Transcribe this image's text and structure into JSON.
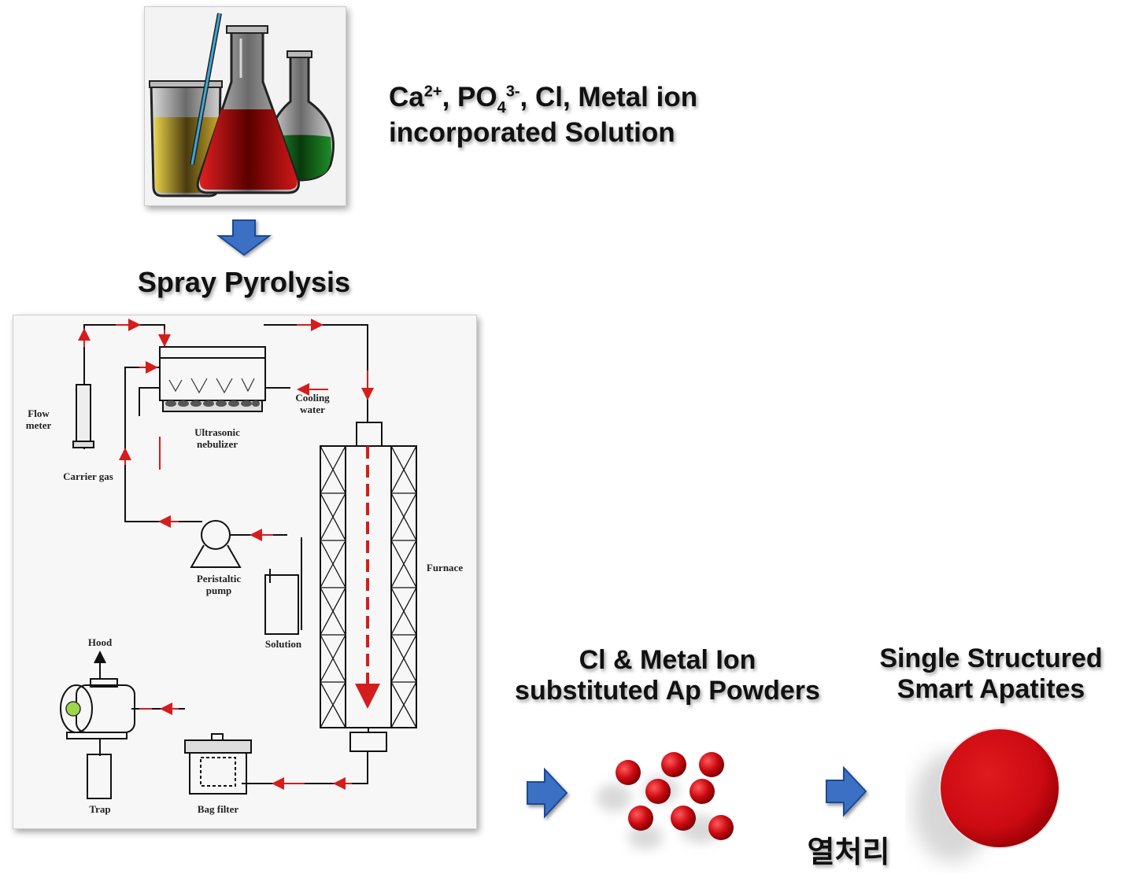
{
  "solution_label": {
    "line1_parts": [
      "Ca",
      "2+",
      ", PO",
      "4",
      "3-",
      ", Cl, Metal ion"
    ],
    "line2": "incorporated Solution"
  },
  "process_title": "Spray Pyrolysis",
  "schematic": {
    "flow_meter": "Flow meter",
    "carrier_gas": "Carrier gas",
    "ultrasonic_nebulizer": "Ultrasonic nebulizer",
    "cooling_water": "Cooling water",
    "furnace": "Furnace",
    "peristaltic_pump": "Peristaltic pump",
    "solution": "Solution",
    "hood": "Hood",
    "trap": "Trap",
    "bag_filter": "Bag filter"
  },
  "powders_label": {
    "line1": "Cl & Metal Ion",
    "line2": "substituted Ap Powders"
  },
  "apatite_label": {
    "line1": "Single Structured",
    "line2": "Smart Apatites"
  },
  "heat_treatment": "열처리",
  "colors": {
    "arrow_blue": "#3a6fc4",
    "particle_red": "#cc0a12",
    "flow_red": "#d41d1d"
  }
}
